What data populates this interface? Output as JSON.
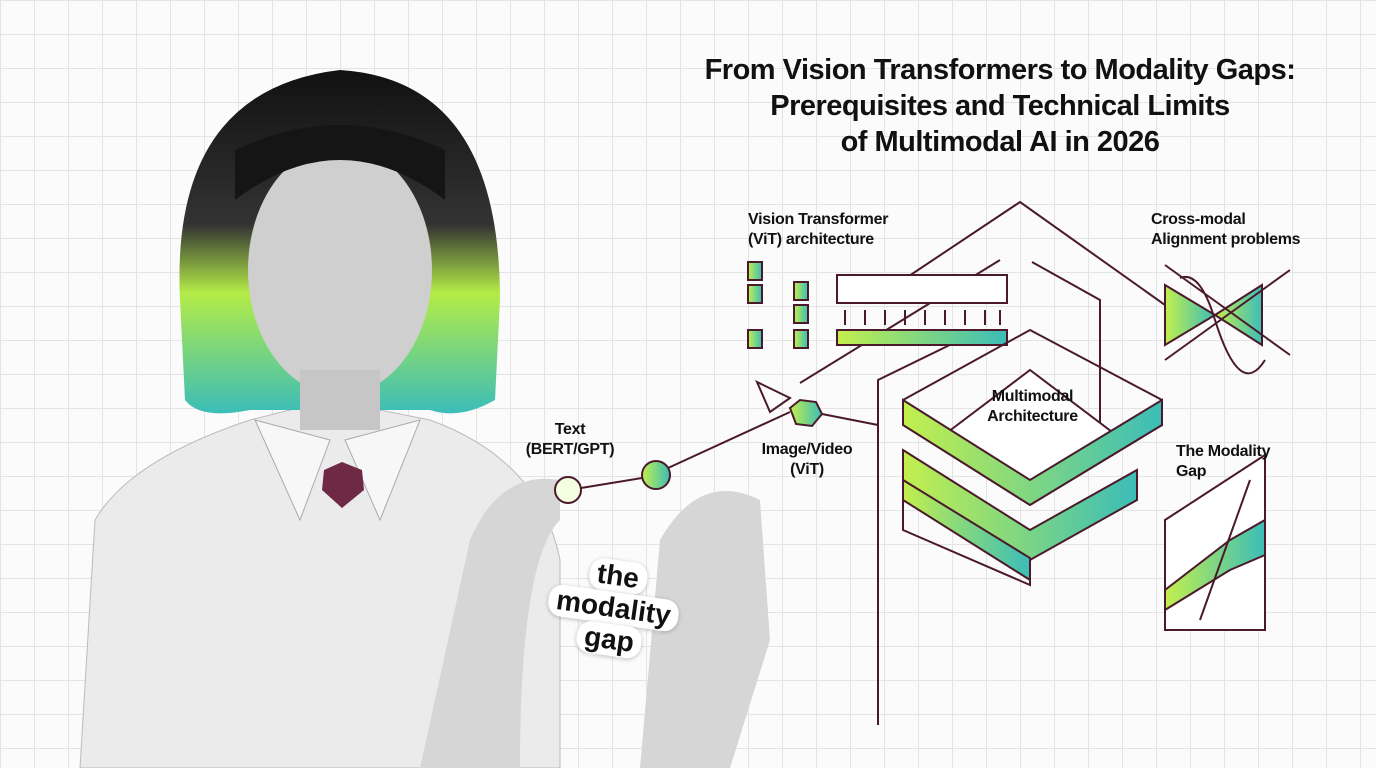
{
  "title": {
    "line1": "From Vision Transformers to Modality Gaps:",
    "line2": "Prerequisites and Technical Limits",
    "line3": "of Multimodal AI in 2026"
  },
  "labels": {
    "vit": [
      "Vision Transformer",
      "(ViT) architecture"
    ],
    "cross_modal": [
      "Cross-modal",
      "Alignment problems"
    ],
    "multimodal": [
      "Multimodal",
      "Architecture"
    ],
    "image_video": [
      "Image/Video",
      "(ViT)"
    ],
    "text": [
      "Text",
      "(BERT/GPT)"
    ],
    "modality_gap": [
      "The Modality",
      "Gap"
    ]
  },
  "sticker": [
    "the",
    "modality",
    "gap"
  ],
  "colors": {
    "line": "#4a1a2c",
    "green": "#b5ec4a",
    "teal": "#3bbdb8"
  }
}
